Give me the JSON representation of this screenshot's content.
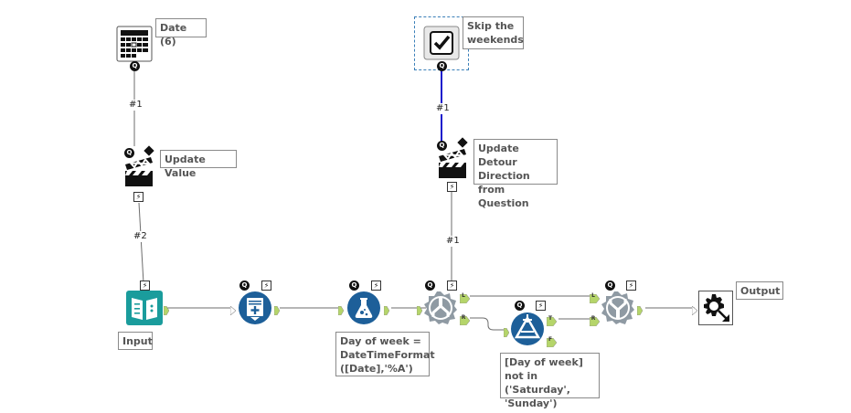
{
  "workflow": {
    "tools": [
      {
        "id": "date",
        "type": "date-interface",
        "label": "Date (6)"
      },
      {
        "id": "update-value",
        "type": "action",
        "label": "Update Value"
      },
      {
        "id": "skip-weekends",
        "type": "check-box-interface",
        "label": "Skip the weekends"
      },
      {
        "id": "update-detour",
        "type": "action",
        "label": "Update Detour Direction from Question"
      },
      {
        "id": "input",
        "type": "text-input",
        "label": "Input"
      },
      {
        "id": "record-id",
        "type": "record-id",
        "label": ""
      },
      {
        "id": "formula",
        "type": "formula",
        "label": "Day of week = DateTimeFormat ([Date],'%A')"
      },
      {
        "id": "detour",
        "type": "detour",
        "label": ""
      },
      {
        "id": "filter",
        "type": "filter",
        "label": "[Day of week] not in ('Saturday', 'Sunday')"
      },
      {
        "id": "detour-end",
        "type": "detour-end",
        "label": ""
      },
      {
        "id": "output",
        "type": "macro-output",
        "label": "Output"
      }
    ],
    "connection_labels": {
      "date_to_update_value": "#1",
      "update_value_to_input": "#2",
      "skip_to_update_detour": "#1",
      "update_detour_to_detour": "#1"
    },
    "anchors": {
      "question": "Q",
      "action": "⚡",
      "left": "L",
      "right": "R",
      "true": "T",
      "false": "F"
    },
    "colors": {
      "teal_input": "#1a9c9c",
      "blue_tool": "#1d5f99",
      "gray_detour": "#8f9aa3",
      "anchor_green": "#b5d56a",
      "selected_connection": "#1a1acc",
      "connection": "#6d6d6d",
      "selection_border": "#3a7fb8"
    }
  }
}
